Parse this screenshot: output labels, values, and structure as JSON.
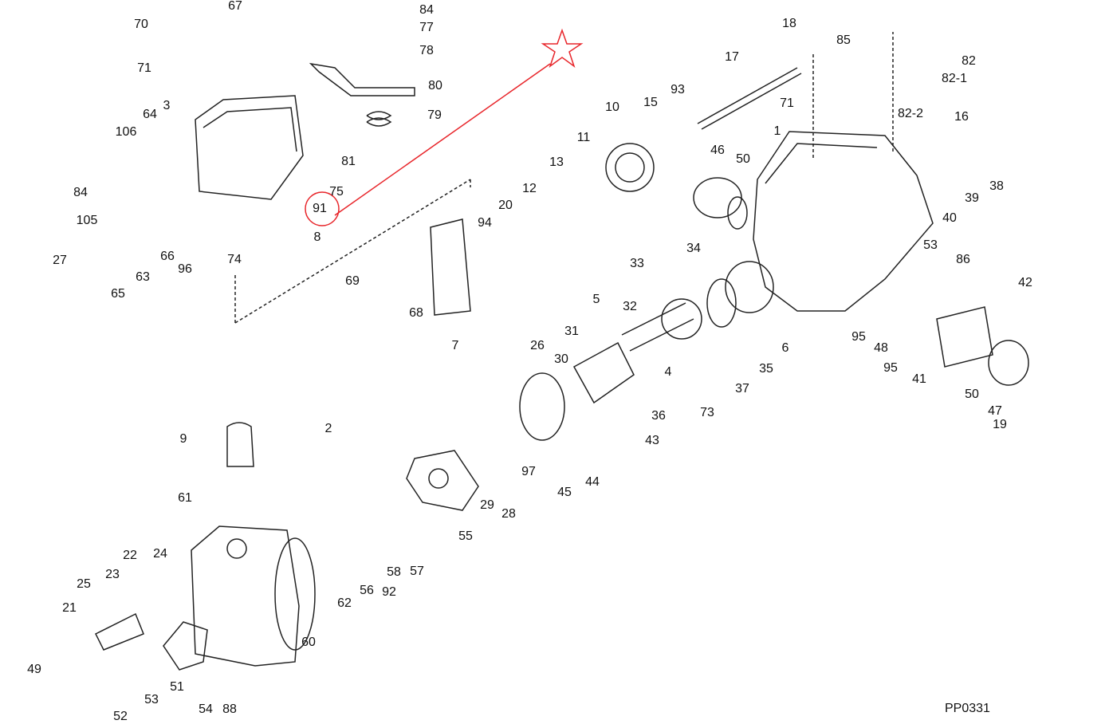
{
  "diagram": {
    "code": "PP0331",
    "highlight_color": "#e8262b",
    "highlighted_part": "91",
    "labels": [
      "70",
      "67",
      "84",
      "77",
      "78",
      "71",
      "80",
      "3",
      "64",
      "79",
      "106",
      "81",
      "84",
      "75",
      "91",
      "105",
      "8",
      "66",
      "96",
      "27",
      "63",
      "65",
      "74",
      "69",
      "68",
      "7",
      "94",
      "20",
      "12",
      "13",
      "11",
      "10",
      "15",
      "93",
      "17",
      "18",
      "85",
      "82",
      "82-1",
      "82-2",
      "71",
      "16",
      "46",
      "50",
      "1",
      "40",
      "39",
      "38",
      "53",
      "86",
      "42",
      "95",
      "48",
      "95",
      "41",
      "50",
      "47",
      "19",
      "33",
      "34",
      "32",
      "5",
      "31",
      "6",
      "35",
      "37",
      "4",
      "36",
      "73",
      "26",
      "30",
      "43",
      "44",
      "45",
      "97",
      "29",
      "28",
      "55",
      "9",
      "2",
      "61",
      "22",
      "24",
      "25",
      "23",
      "21",
      "62",
      "56",
      "92",
      "58",
      "57",
      "60",
      "49",
      "51",
      "53",
      "54",
      "88",
      "52"
    ]
  }
}
